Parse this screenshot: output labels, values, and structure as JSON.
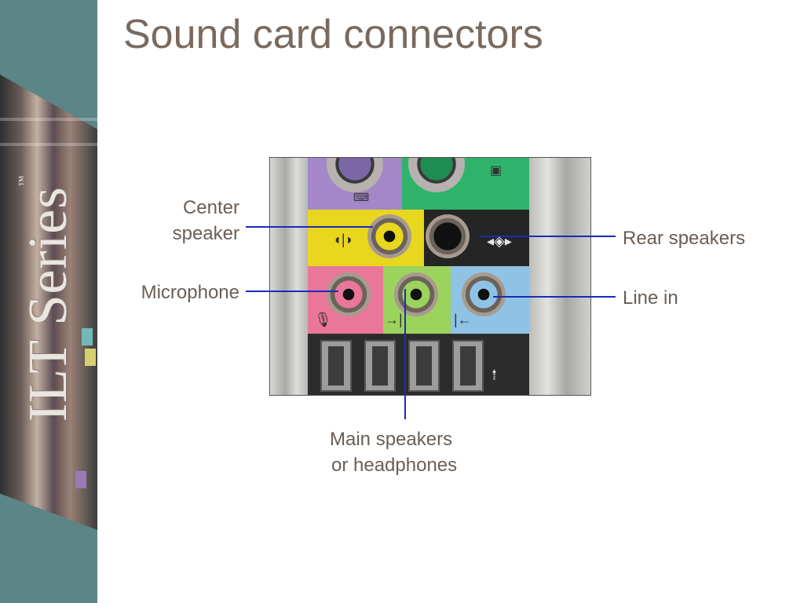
{
  "slide": {
    "title": "Sound card connectors",
    "brand_text": "ILT Series",
    "brand_mark": "™"
  },
  "callouts": {
    "center_speaker": {
      "line1": "Center",
      "line2": "speaker"
    },
    "rear_speakers": "Rear speakers",
    "microphone": "Microphone",
    "line_in": "Line in",
    "main_speakers": {
      "line1": "Main speakers",
      "line2": "or headphones"
    }
  },
  "colors": {
    "title_text": "#7a6a5e",
    "callout_line": "#1a2bb8",
    "sidebar_bg": "#5b8586",
    "jack_center": "#e9d61f",
    "jack_rear": "#252525",
    "jack_mic": "#e9779a",
    "jack_main": "#9bd35c",
    "jack_linein": "#8fc3e6"
  },
  "icons": {
    "keyboard": "keyboard-icon",
    "mouse": "mouse-icon",
    "microphone": "microphone-icon",
    "speaker_out": "speaker-out-icon",
    "line_in": "line-in-icon",
    "usb": "usb-icon"
  }
}
